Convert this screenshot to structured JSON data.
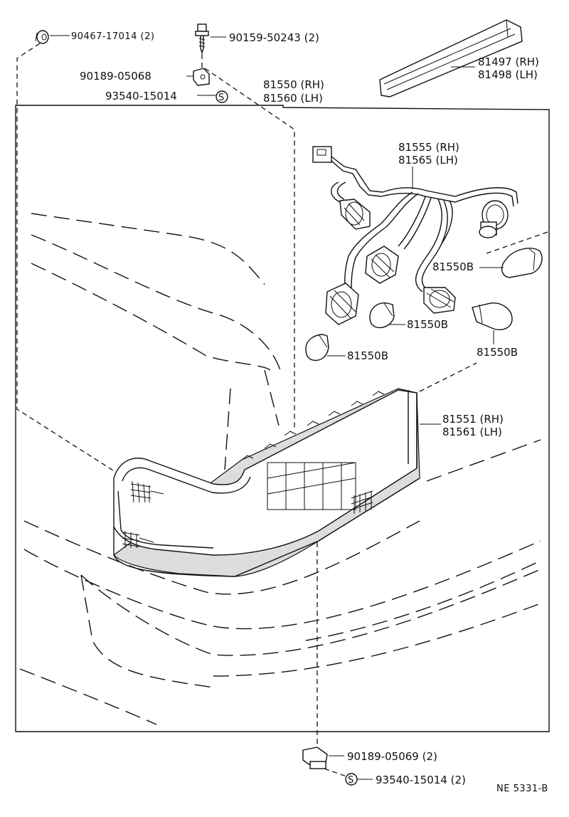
{
  "parts": {
    "p90467": "90467-17014 (2)",
    "p90159": "90159-50243 (2)",
    "p90189_05068": "90189-05068",
    "p93540_top": "93540-15014",
    "p81550_rh": "81550 (RH)",
    "p81560_lh": "81560 (LH)",
    "p81497_rh": "81497 (RH)",
    "p81498_lh": "81498 (LH)",
    "p81555_rh": "81555 (RH)",
    "p81565_lh": "81565 (LH)",
    "bulb_1": "81550B",
    "bulb_2": "81550B",
    "bulb_3": "81550B",
    "bulb_4": "81550B",
    "p81551_rh": "81551 (RH)",
    "p81561_lh": "81561 (LH)",
    "p90189_05069": "90189-05069 (2)",
    "p93540_bottom": "93540-15014 (2)"
  },
  "symbol_s": "S",
  "diagram_code": "NE 5331-B"
}
